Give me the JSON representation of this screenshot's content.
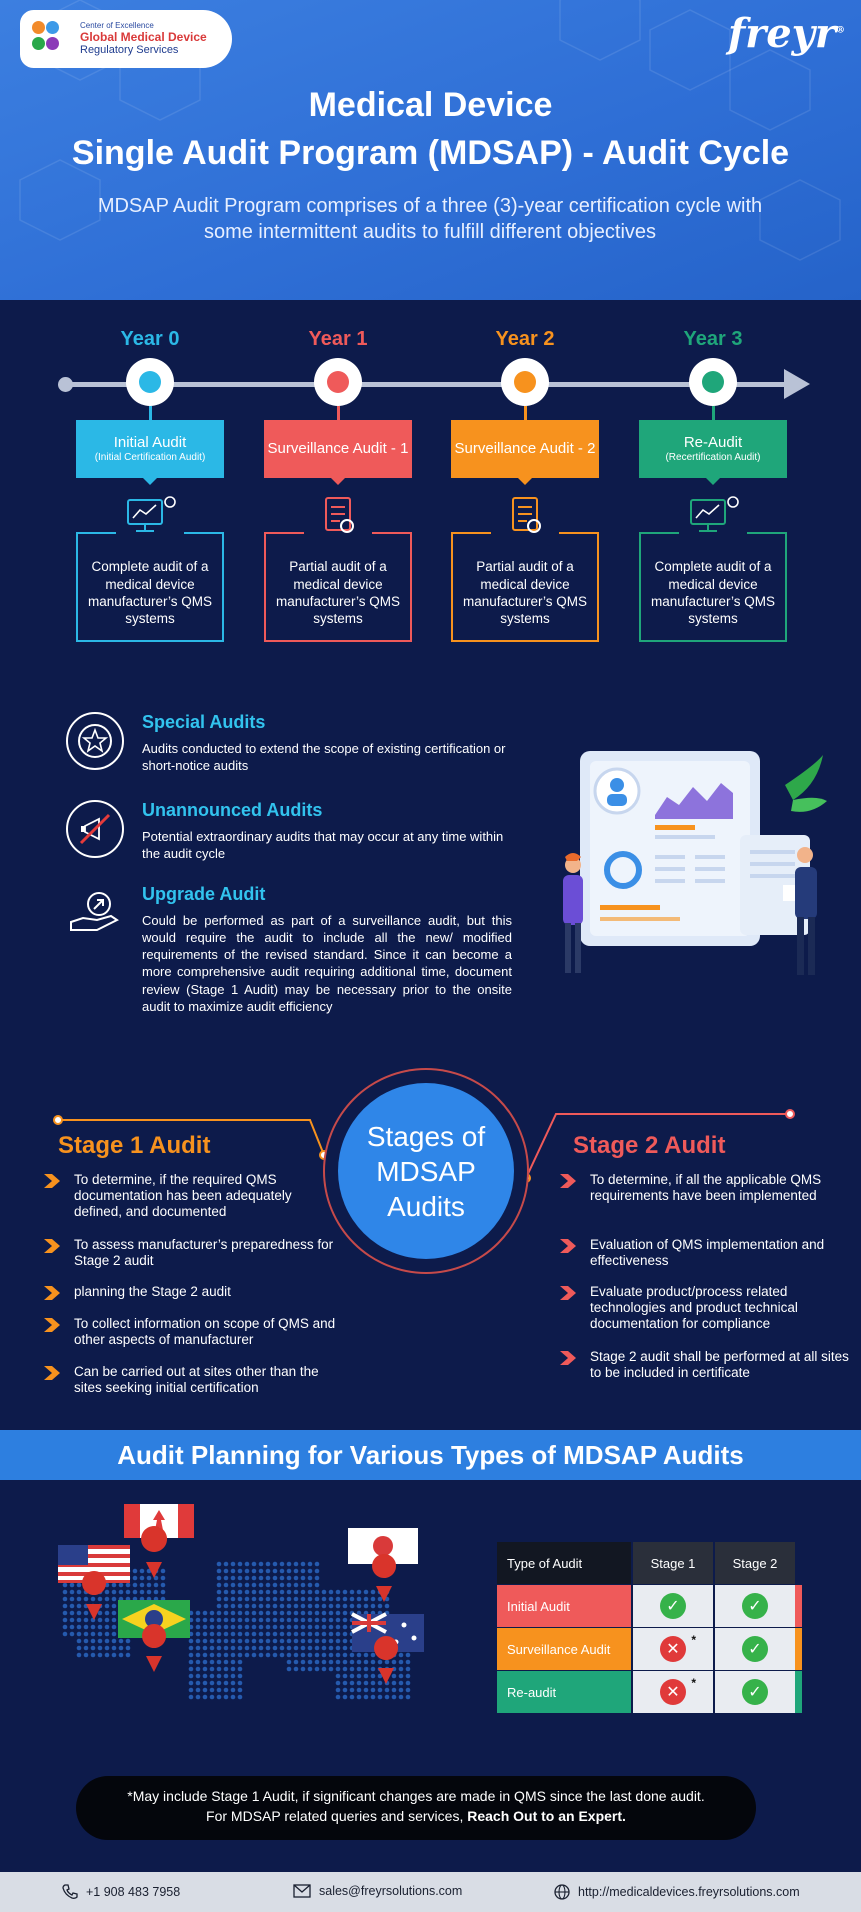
{
  "badge": {
    "small": "Center of Excellence",
    "main": "Global Medical Device",
    "sub": "Regulatory Services"
  },
  "logo": "freyr",
  "header": {
    "title_line1": "Medical Device",
    "title_line2": "Single Audit Program (MDSAP) - Audit Cycle",
    "subtitle": "MDSAP Audit Program comprises of a three (3)-year certification cycle with some intermittent audits to fulfill different objectives"
  },
  "timeline": [
    {
      "year": "Year 0",
      "color": "#2bb8e6",
      "label": "Initial Audit",
      "sublabel": "(Initial Certification Audit)",
      "desc": "Complete audit of a medical device manufacturer’s QMS systems",
      "icon": "monitor-settings-icon"
    },
    {
      "year": "Year 1",
      "color": "#ef5a5a",
      "label": "Surveillance Audit - 1",
      "sublabel": "",
      "desc": "Partial audit of a medical device manufacturer’s QMS systems",
      "icon": "checklist-icon"
    },
    {
      "year": "Year 2",
      "color": "#f7921e",
      "label": "Surveillance Audit - 2",
      "sublabel": "",
      "desc": "Partial audit of a medical device manufacturer’s QMS systems",
      "icon": "checklist-icon"
    },
    {
      "year": "Year 3",
      "color": "#1fa67a",
      "label": "Re-Audit",
      "sublabel": "(Recertification Audit)",
      "desc": "Complete audit of a medical device manufacturer’s QMS systems",
      "icon": "monitor-settings-icon"
    }
  ],
  "special": [
    {
      "title": "Special Audits",
      "text": "Audits conducted to extend the scope of existing certification or short-notice audits",
      "icon": "star-badge-icon"
    },
    {
      "title": "Unannounced Audits",
      "text": "Potential extraordinary audits that may occur at any time within the audit cycle",
      "icon": "no-megaphone-icon"
    },
    {
      "title": "Upgrade Audit",
      "text": "Could be performed as part of a surveillance audit, but this would require the audit to include all the new/ modified requirements of the revised standard. Since it can become a more comprehensive audit requiring additional time, document review (Stage 1 Audit) may be necessary prior to the onsite audit to maximize audit efficiency",
      "icon": "hand-arrow-icon"
    }
  ],
  "stages": {
    "center": [
      "Stages of",
      "MDSAP",
      "Audits"
    ],
    "stage1": {
      "title": "Stage 1 Audit",
      "color": "#f7921e",
      "items": [
        "To determine, if the required QMS documentation has been adequately defined, and documented",
        "To assess manufacturer’s preparedness for Stage 2 audit",
        "planning the Stage 2 audit",
        "To collect information on scope of QMS and other aspects of manufacturer",
        "Can be carried out at sites other than the sites seeking initial certification"
      ]
    },
    "stage2": {
      "title": "Stage 2 Audit",
      "color": "#ef5a5a",
      "items": [
        "To determine, if all the applicable QMS requirements have been implemented",
        "Evaluation of QMS implementation and effectiveness",
        "Evaluate product/process related technologies and product technical documentation for compliance",
        "Stage 2 audit shall be performed at all sites to be included in certificate"
      ]
    }
  },
  "planning": {
    "title": "Audit Planning for Various Types of  MDSAP Audits",
    "table": {
      "headers": [
        "Type of Audit",
        "Stage 1",
        "Stage 2"
      ],
      "rows": [
        {
          "type": "Initial Audit",
          "color": "#ef5a5a",
          "stage1": "yes",
          "stage2": "yes",
          "asterisk": ""
        },
        {
          "type": "Surveillance Audit",
          "color": "#f7921e",
          "stage1": "no",
          "stage2": "yes",
          "asterisk": "*"
        },
        {
          "type": "Re-audit",
          "color": "#1fa67a",
          "stage1": "no",
          "stage2": "yes",
          "asterisk": "*"
        }
      ]
    }
  },
  "note": {
    "line1": "*May include Stage 1 Audit, if significant changes are made in QMS since the last done audit.",
    "line2_prefix": "For MDSAP related queries and services, ",
    "line2_bold": "Reach Out to an Expert."
  },
  "footer": {
    "phone": "+1 908 483 7958",
    "email": "sales@freyrsolutions.com",
    "url": "http://medicaldevices.freyrsolutions.com"
  }
}
